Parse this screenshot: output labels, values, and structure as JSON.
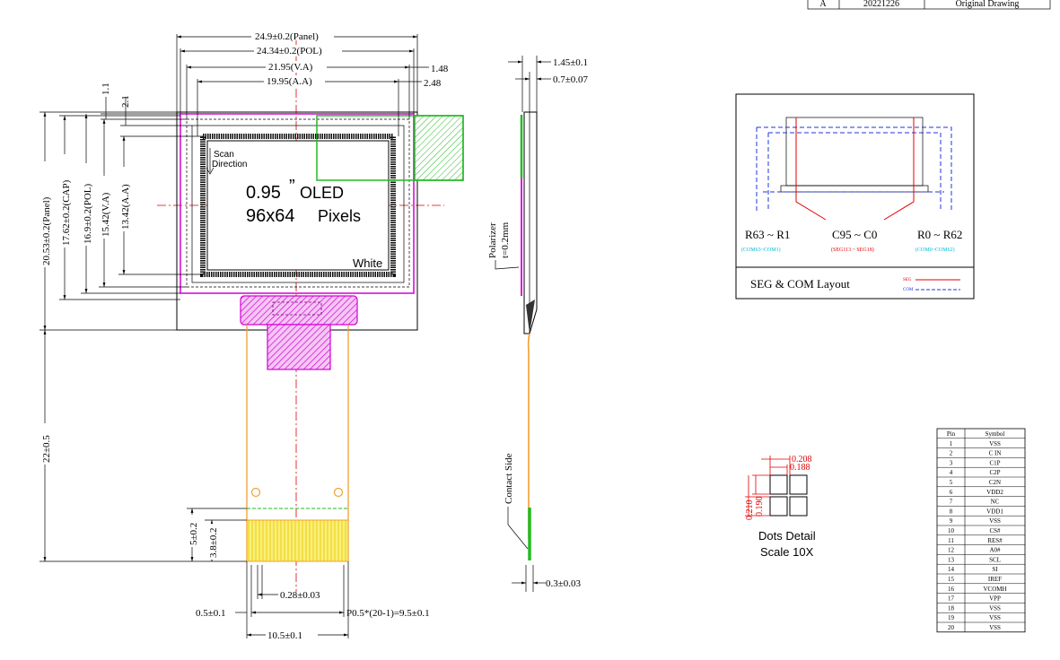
{
  "revision": {
    "rev": "A",
    "date": "20221226",
    "description": "Original Drawing"
  },
  "front_view": {
    "dim_panel_width": "24.9±0.2(Panel)",
    "dim_pol_width": "24.34±0.2(POL)",
    "dim_va_width": "21.95(V.A)",
    "dim_aa_width": "19.95(A.A)",
    "dim_right_148": "1.48",
    "dim_right_248": "2.48",
    "dim_top_11": "1.1",
    "dim_top_21": "2.1",
    "dim_panel_height": "20.53±0.2(Panel)",
    "dim_cap_height": "17.62±0.2(CAP)",
    "dim_pol_height": "16.9±0.2(POL)",
    "dim_va_height": "15.42(V.A)",
    "dim_aa_height": "13.42(A.A)",
    "scan_line1": "Scan",
    "scan_line2": "Direction",
    "title_size": "0.95",
    "title_quote": "”",
    "title_oled": "OLED",
    "title_res": "96x64",
    "title_pixels": "Pixels",
    "color_label": "White",
    "dim_fpc_length": "22±0.5",
    "dim_5": "5±0.2",
    "dim_38": "3.8±0.2",
    "dim_028": "0.28±0.03",
    "dim_05": "0.5±0.1",
    "dim_pitch": "P0.5*(20-1)=9.5±0.1",
    "dim_105": "10.5±0.1"
  },
  "side_view": {
    "dim_145": "1.45±0.1",
    "dim_07": "0.7±0.07",
    "polarizer_line1": "Polarizer",
    "polarizer_line2": "t=0.2mm",
    "contact_side": "Contact Side",
    "dim_03": "0.3±0.03"
  },
  "layout": {
    "r_left": "R63 ~ R1",
    "r_left_sub": "(COM63~COM1)",
    "c_mid": "C95 ~ C0",
    "c_mid_sub": "(SEG113 ~ SEG18)",
    "r_right": "R0 ~ R62",
    "r_right_sub": "(COM0~COM62)",
    "title": "SEG & COM Layout",
    "legend_seg": "SEG",
    "legend_com": "COM"
  },
  "dots": {
    "d1": "0.208",
    "d2": "0.188",
    "d3": "0.190",
    "d4": "0.210",
    "title": "Dots Detail",
    "scale": "Scale 10X"
  },
  "pin_table": {
    "headers": [
      "Pin",
      "Symbol"
    ],
    "rows": [
      [
        "1",
        "VSS"
      ],
      [
        "2",
        "C IN"
      ],
      [
        "3",
        "C1P"
      ],
      [
        "4",
        "C2P"
      ],
      [
        "5",
        "C2N"
      ],
      [
        "6",
        "VDD2"
      ],
      [
        "7",
        "NC"
      ],
      [
        "8",
        "VDD1"
      ],
      [
        "9",
        "VSS"
      ],
      [
        "10",
        "CS#"
      ],
      [
        "11",
        "RES#"
      ],
      [
        "12",
        "A0#"
      ],
      [
        "13",
        "SCL"
      ],
      [
        "14",
        "SI"
      ],
      [
        "15",
        "IREF"
      ],
      [
        "16",
        "VCOMH"
      ],
      [
        "17",
        "VPP"
      ],
      [
        "18",
        "VSS"
      ],
      [
        "19",
        "VSS"
      ],
      [
        "20",
        "VSS"
      ]
    ]
  },
  "colors": {
    "magenta": "#d400d4",
    "green": "#22bb22",
    "orange": "#f0a030",
    "yellow": "#f5e020",
    "red": "#e00000",
    "blue": "#2233dd"
  }
}
